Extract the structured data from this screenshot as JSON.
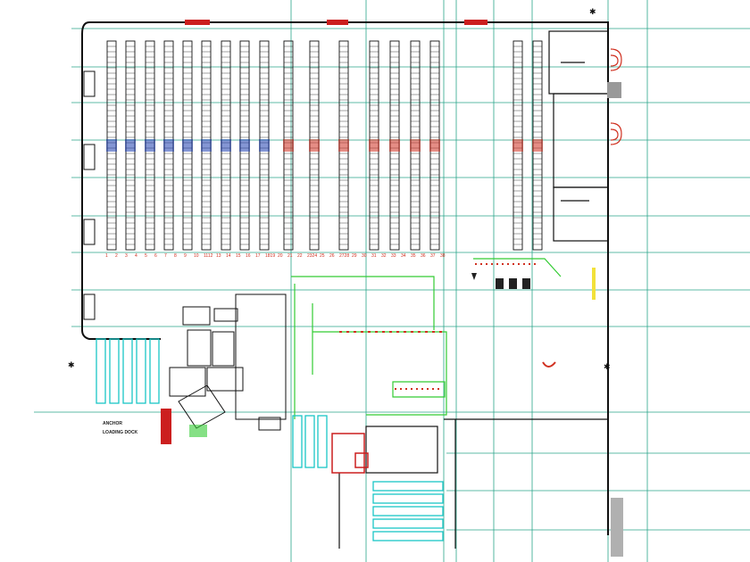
{
  "plan": {
    "dock_title": "ANCHOR",
    "dock_subtitle": "LOADING DOCK",
    "rack_labels": [
      "1",
      "2",
      "3",
      "4",
      "5",
      "6",
      "7",
      "8",
      "9",
      "10",
      "1112",
      "13",
      "14",
      "15",
      "16",
      "17",
      "1819",
      "20",
      "21",
      "22",
      "2324",
      "25",
      "26",
      "2728",
      "29",
      "30",
      "31",
      "32",
      "33",
      "34",
      "35",
      "36",
      "37",
      "38"
    ]
  },
  "colors": {
    "wall": "#111111",
    "grid_line": "#2aa58a",
    "rack": "#111111",
    "highlight_blue": "#1f3fb0",
    "highlight_red": "#d03020",
    "conveyor": "#33cc33",
    "truck": "#19c6c6",
    "door": "#cc1f1f",
    "gray_block": "#b0b0b0",
    "yellow": "#f2e13a"
  }
}
